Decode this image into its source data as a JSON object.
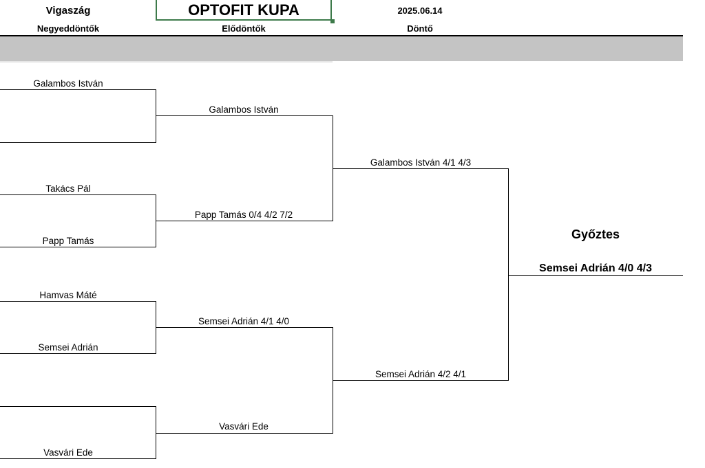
{
  "header": {
    "left_title": "Vigaszág",
    "main_title": "OPTOFIT KUPA",
    "date": "2025.06.14",
    "round_quarter": "Negyeddöntők",
    "round_semi": "Elődöntők",
    "round_final": "Döntő"
  },
  "quarterfinals": [
    {
      "top": "Galambos István",
      "bottom": ""
    },
    {
      "top": "Takács Pál",
      "bottom": "Papp Tamás"
    },
    {
      "top": "Hamvas Máté",
      "bottom": "Semsei Adrián"
    },
    {
      "top": "",
      "bottom": "Vasvári Ede"
    }
  ],
  "semifinals": [
    {
      "winner": "Galambos István"
    },
    {
      "winner": "Papp Tamás 0/4 4/2 7/2"
    },
    {
      "winner": "Semsei Adrián 4/1 4/0"
    },
    {
      "winner": "Vasvári Ede"
    }
  ],
  "finals": [
    {
      "winner": "Galambos István 4/1 4/3"
    },
    {
      "winner": "Semsei Adrián 4/2 4/1"
    }
  ],
  "champion": {
    "label": "Győztes",
    "name": "Semsei Adrián 4/0 4/3"
  }
}
